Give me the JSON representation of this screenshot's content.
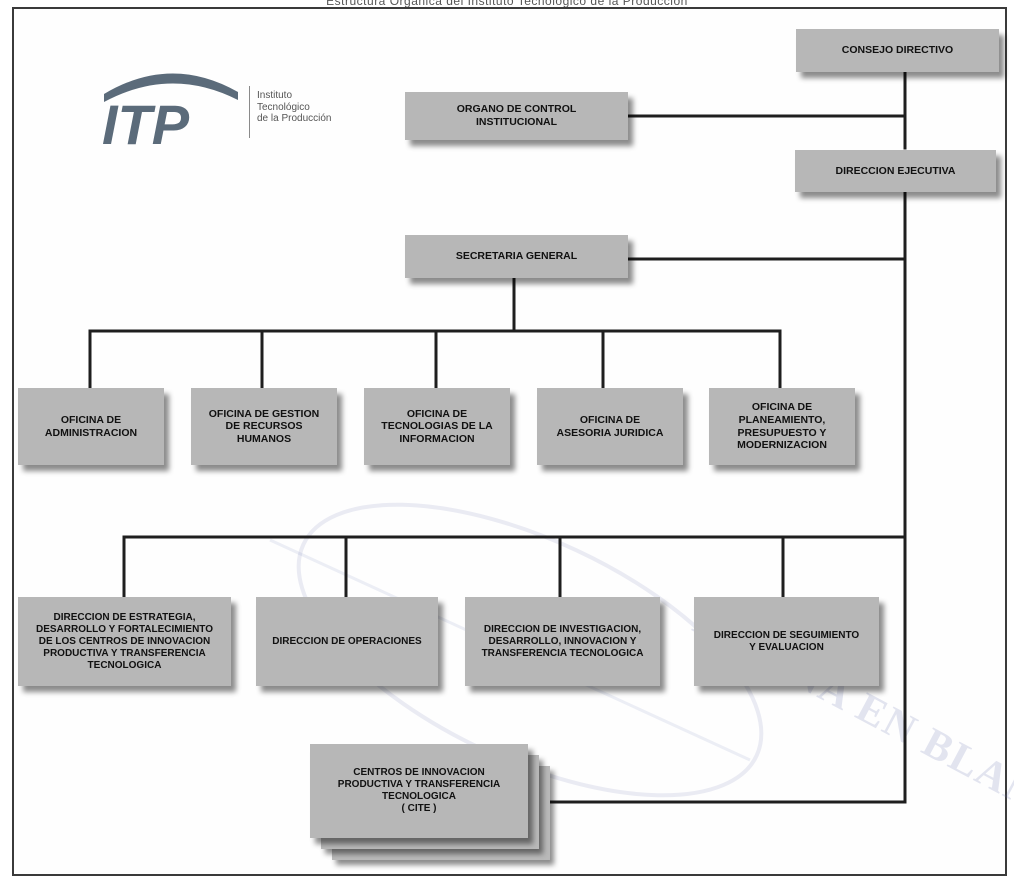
{
  "page": {
    "header_text": "Estructura Orgánica del Instituto Tecnológico de la Producción",
    "watermark_text": "PAGINA EN BLANCO"
  },
  "logo": {
    "mark": "ITP",
    "text": "Instituto\nTecnológico\nde la Producción"
  },
  "colors": {
    "box_fill": "#b7b7b7",
    "connector": "#1e1e1e",
    "logo_blue": "#5b6b7a"
  },
  "org_chart": {
    "consejo": "CONSEJO DIRECTIVO",
    "control": "ORGANO DE CONTROL\nINSTITUCIONAL",
    "ejecutiva": "DIRECCION EJECUTIVA",
    "secretaria": "SECRETARIA GENERAL",
    "oficinas": [
      "OFICINA DE\nADMINISTRACION",
      "OFICINA DE GESTION\nDE RECURSOS\nHUMANOS",
      "OFICINA DE\nTECNOLOGIAS DE LA\nINFORMACION",
      "OFICINA DE\nASESORIA JURIDICA",
      "OFICINA DE\nPLANEAMIENTO,\nPRESUPUESTO Y\nMODERNIZACION"
    ],
    "direcciones": [
      "DIRECCION DE ESTRATEGIA,\nDESARROLLO Y FORTALECIMIENTO\nDE LOS CENTROS DE INNOVACION\nPRODUCTIVA Y TRANSFERENCIA\nTECNOLOGICA",
      "DIRECCION DE OPERACIONES",
      "DIRECCION DE INVESTIGACION,\nDESARROLLO, INNOVACION Y\nTRANSFERENCIA TECNOLOGICA",
      "DIRECCION DE SEGUIMIENTO\nY EVALUACION"
    ],
    "cite": "CENTROS DE INNOVACION\nPRODUCTIVA Y TRANSFERENCIA\nTECNOLOGICA\n( CITE )"
  }
}
